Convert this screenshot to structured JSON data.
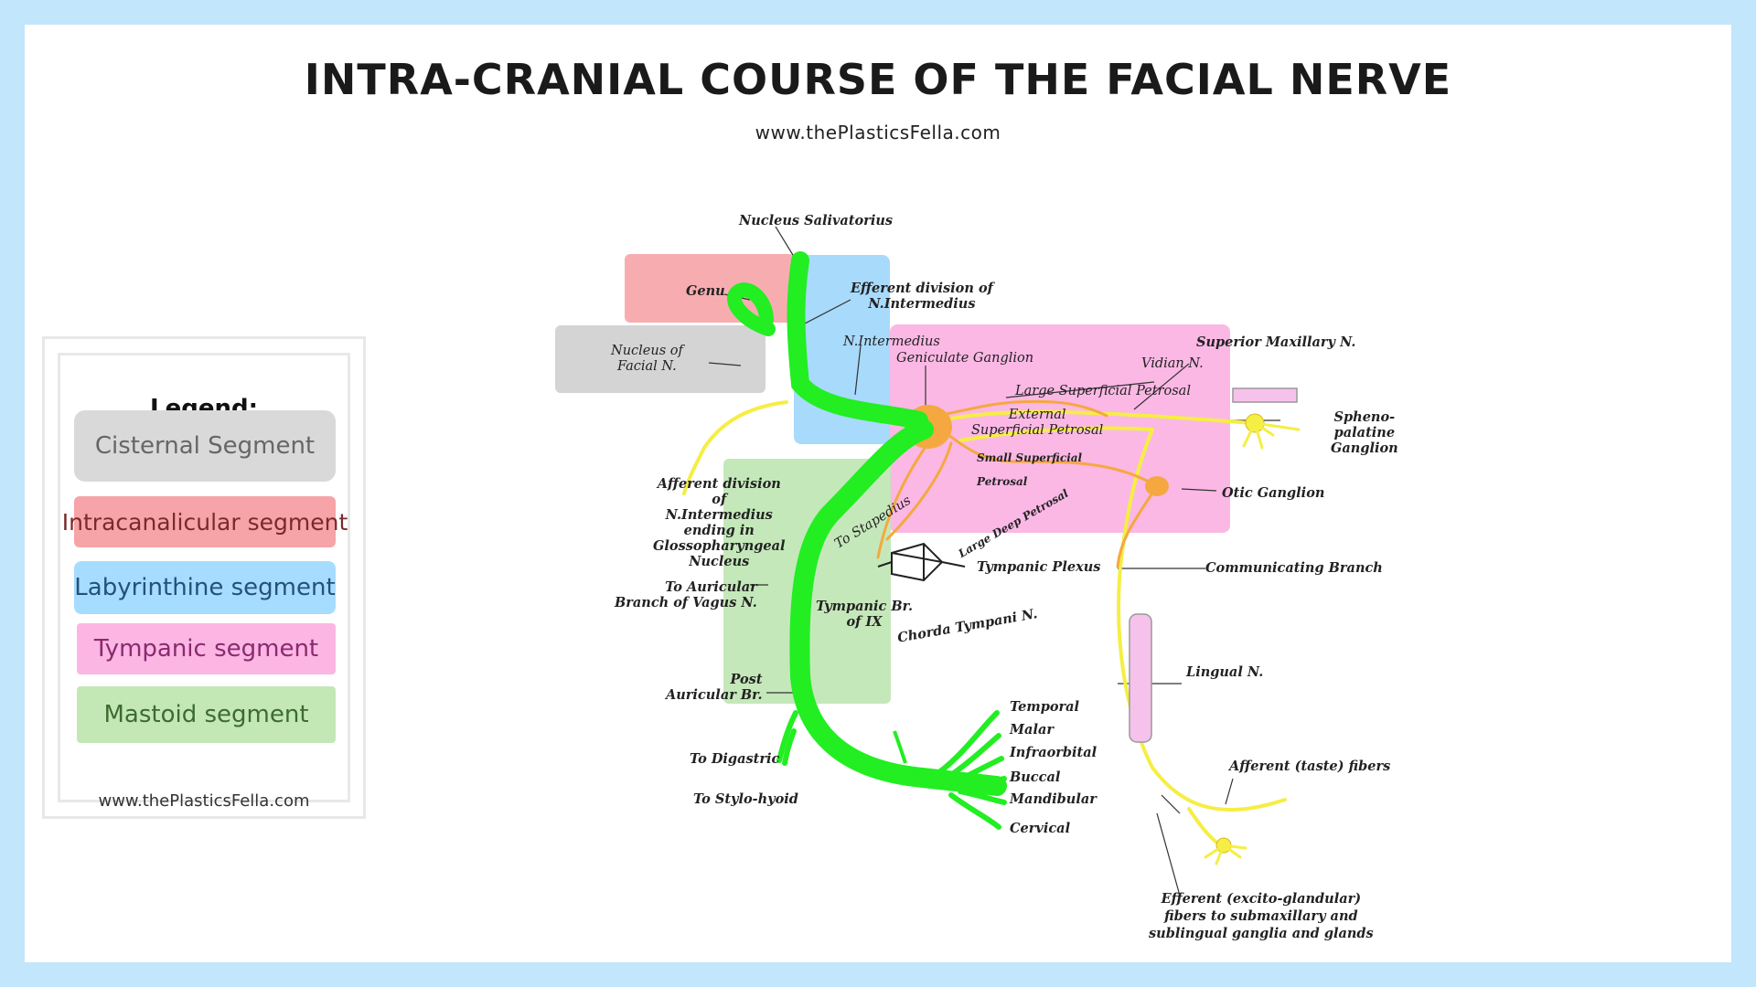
{
  "title": "INTRA-CRANIAL COURSE OF THE FACIAL NERVE",
  "subtitle": "www.thePlasticsFella.com",
  "legend": {
    "title": "Legend:",
    "items": [
      {
        "label": "Cisternal Segment",
        "color": "#d9d9d9"
      },
      {
        "label": "Intracanalicular segment",
        "color": "#f6a4a7"
      },
      {
        "label": "Labyrinthine segment",
        "color": "#a6dcff"
      },
      {
        "label": "Tympanic segment",
        "color": "#fbb6e4"
      },
      {
        "label": "Mastoid segment",
        "color": "#c3e8b6"
      }
    ],
    "url": "www.thePlasticsFella.com"
  },
  "diagram": {
    "nerve_color": "#22ee22",
    "branch_color": "#f5ee44",
    "ganglion_color": "#f5a840",
    "labels": {
      "nucleus_salivatorius": "Nucleus Salivatorius",
      "genu": "Genu",
      "efferent_division": "Efferent division of\nN.Intermedius",
      "nucleus_facial": "Nucleus of\nFacial N.",
      "n_intermedius": "N.Intermedius",
      "geniculate_ganglion": "Geniculate Ganglion",
      "superior_maxillary": "Superior Maxillary N.",
      "vidian": "Vidian N.",
      "large_superficial_petrosal": "Large Superficial Petrosal",
      "external_superficial_petrosal": "External\nSuperficial Petrosal",
      "small_superficial_petrosal": "Small Superficial\nPetrosal",
      "spheno_palatine": "Spheno-\npalatine\nGanglion",
      "afferent_division": "Afferent division\nof\nN.Intermedius\nending in\nGlossopharyngeal\nNucleus",
      "otic_ganglion": "Otic Ganglion",
      "to_stapedius": "To Stapedius",
      "large_deep_petrosal": "Large Deep Petrosal",
      "tympanic_plexus": "Tympanic Plexus",
      "communicating_branch": "Communicating Branch",
      "to_auricular": "To Auricular\nBranch of Vagus N.",
      "tympanic_br": "Tympanic Br.\nof IX",
      "chorda_tympani": "Chorda Tympani  N.",
      "lingual": "Lingual N.",
      "post_auricular": "Post\nAuricular Br.",
      "temporal": "Temporal",
      "malar": "Malar",
      "infraorbital": "Infraorbital",
      "buccal": "Buccal",
      "mandibular": "Mandibular",
      "cervical": "Cervical",
      "to_digastric": "To Digastric",
      "to_stylohyoid": "To Stylo-hyoid",
      "afferent_taste": "Afferent (taste) fibers",
      "efferent_fibers": "Efferent (excito-glandular)\nfibers to submaxillary and\nsublingual ganglia and glands"
    }
  }
}
